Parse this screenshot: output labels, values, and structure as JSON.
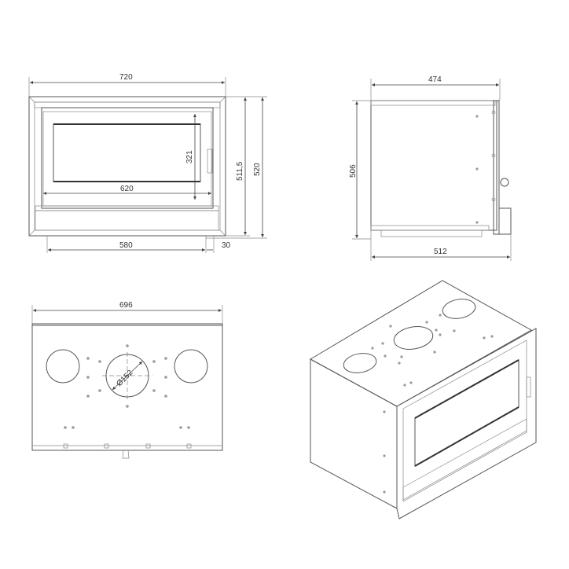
{
  "front_view": {
    "overall_width": "720",
    "glass_height": "321",
    "glass_width": "620",
    "height_inner": "511,5",
    "overall_height": "520",
    "base_width": "580",
    "offset": "30"
  },
  "side_view": {
    "depth_top": "474",
    "height": "506",
    "depth_bottom": "512"
  },
  "top_view": {
    "width": "696",
    "flue_diameter": "Ø152"
  },
  "colors": {
    "line": "#555555",
    "background": "#ffffff"
  }
}
